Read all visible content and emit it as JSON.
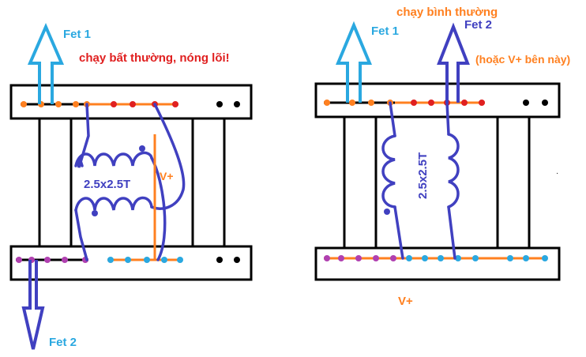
{
  "left": {
    "fet1": "Fet 1",
    "fet2": "Fet 2",
    "status": "chạy bất thường, nóng lõi!",
    "coil": "2.5x2.5T",
    "vplus": "V+"
  },
  "right": {
    "fet1": "Fet 1",
    "fet2": "Fet 2",
    "status": "chạy bình thường",
    "note": "(hoặc V+ bên này)",
    "coil": "2.5x2.5T",
    "vplus": "V+"
  },
  "colors": {
    "blue": "#4040c0",
    "lightblue": "#2aa8e0",
    "orange": "#ff8020",
    "red": "#e02020",
    "purple": "#b040b0",
    "black": "#000000"
  }
}
